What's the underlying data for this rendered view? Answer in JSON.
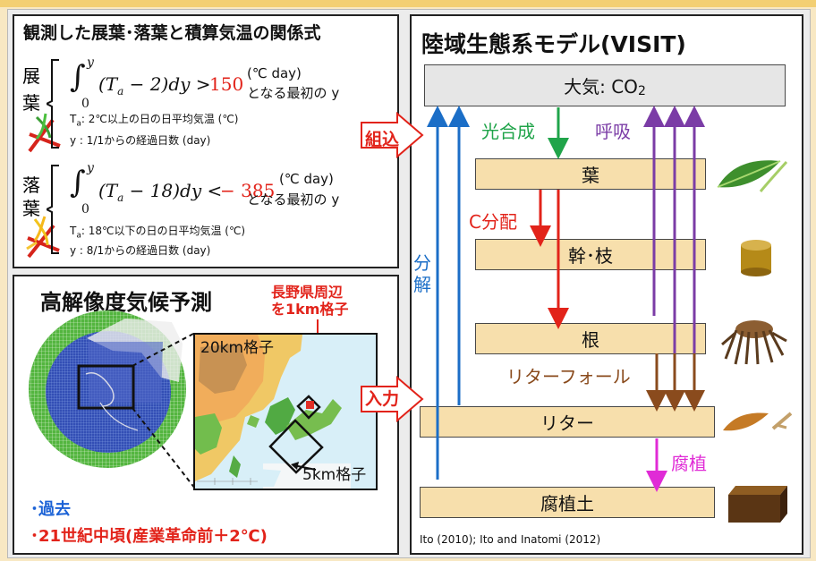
{
  "formula_panel": {
    "title": "観測した展葉･落葉と積算気温の関係式",
    "leaf_out_label": [
      "展",
      "葉"
    ],
    "leaf_out_integral": "∫",
    "leaf_out_expression_left": "(T",
    "leaf_out_expression_sub": "a",
    "leaf_out_expression_mid": " − 2)dy >",
    "leaf_out_threshold": "150",
    "leaf_out_unit": "(℃ day)",
    "leaf_out_note": "となる最初の y",
    "leaf_out_ta_line": "T",
    "leaf_out_ta_sub": "a",
    "leaf_out_ta_text": ": 2℃以上の日の日平均気温 (℃)",
    "leaf_out_y_line": "y : 1/1からの経過日数 (day)",
    "leaf_fall_label": [
      "落",
      "葉"
    ],
    "leaf_fall_integral": "∫",
    "leaf_fall_expression_left": "(T",
    "leaf_fall_expression_sub": "a",
    "leaf_fall_expression_mid": " − 18)dy <",
    "leaf_fall_threshold": "− 385",
    "leaf_fall_unit": "(℃ day)",
    "leaf_fall_note": "となる最初の y",
    "leaf_fall_ta_line": "T",
    "leaf_fall_ta_sub": "a",
    "leaf_fall_ta_text": ": 18℃以下の日の日平均気温 (℃)",
    "leaf_fall_y_line": "y : 8/1からの経過日数 (day)",
    "integral_upper": "y",
    "integral_lower": "0"
  },
  "climate_panel": {
    "title": "高解像度気候予測",
    "region_label_1": "長野県周辺",
    "region_label_2": "を1km格子",
    "grid_20km": "20km格子",
    "grid_5km": "5km格子",
    "past": "･過去",
    "future": "･21世紀中頃(産業革命前＋2℃)"
  },
  "model_panel": {
    "title": "陸域生態系モデル(VISIT)",
    "atmosphere": "大気: CO",
    "atmosphere_sub": "2",
    "photosynthesis": "光合成",
    "respiration": "呼吸",
    "leaf": "葉",
    "c_allocation": "C分配",
    "stem": "幹･枝",
    "root": "根",
    "litterfall": "リターフォール",
    "litter": "リター",
    "humification": "腐植",
    "humus": "腐植土",
    "decomposition": "分解",
    "input_1": "組込",
    "input_2": "入力",
    "citation": "Ito (2010); Ito and Inatomi (2012)"
  },
  "colors": {
    "red": "#e2231a",
    "blue": "#1b6ec7",
    "green": "#20a44a",
    "purple": "#7b3ca6",
    "brown": "#8a4b1d",
    "magenta": "#e02bd6"
  }
}
